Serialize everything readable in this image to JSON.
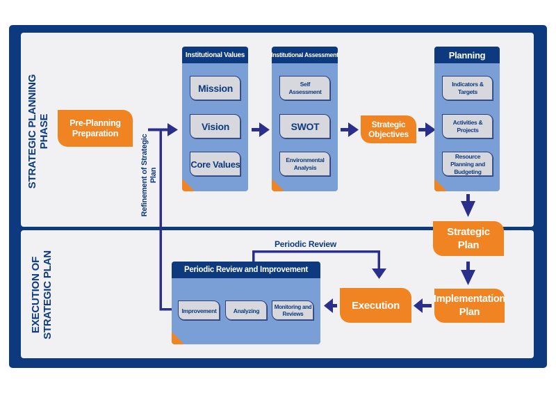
{
  "colors": {
    "frame": "#0d3a7e",
    "panel": "#f1f1f4",
    "card": "#7a9fd6",
    "card_header": "#0d3a7e",
    "orange": "#f08422",
    "item": "#d6d8de",
    "arrow": "#2b2f8c"
  },
  "phases": {
    "planning": "STRATEGIC PLANNING PHASE",
    "planning_lines": [
      "STRATEGIC PLANNING",
      "PHASE"
    ],
    "execution_lines": [
      "EXECUTION OF",
      "STRATEGIC PLAN"
    ]
  },
  "nodes": {
    "pre_planning": [
      "Pre-Planning",
      "Preparation"
    ],
    "strategic_objectives": [
      "Strategic",
      "Objectives"
    ],
    "strategic_plan": [
      "Strategic",
      "Plan"
    ],
    "implementation_plan": [
      "Implementation",
      "Plan"
    ],
    "execution": "Execution"
  },
  "cards": {
    "institutional_values": {
      "title": "Institutional Values",
      "items": [
        "Mission",
        "Vision",
        "Core Values"
      ]
    },
    "institutional_assessment": {
      "title": "Institutional Assessment",
      "items": [
        [
          "Self",
          "Assessment"
        ],
        [
          "SWOT"
        ],
        [
          "Environmental",
          "Analysis"
        ]
      ]
    },
    "planning": {
      "title": "Planning",
      "items": [
        [
          "Indicators &",
          "Targets"
        ],
        [
          "Activities &",
          "Projects"
        ],
        [
          "Resource",
          "Planning and",
          "Budgeting"
        ]
      ]
    },
    "periodic_review": {
      "title": "Periodic Review and Improvement",
      "items": [
        [
          "Improvement"
        ],
        [
          "Analyzing"
        ],
        [
          "Monitoring and",
          "Reviews"
        ]
      ]
    }
  },
  "edge_labels": {
    "refinement": [
      "Refinement of Strategic",
      "Plan"
    ],
    "periodic_review": "Periodic Review"
  }
}
